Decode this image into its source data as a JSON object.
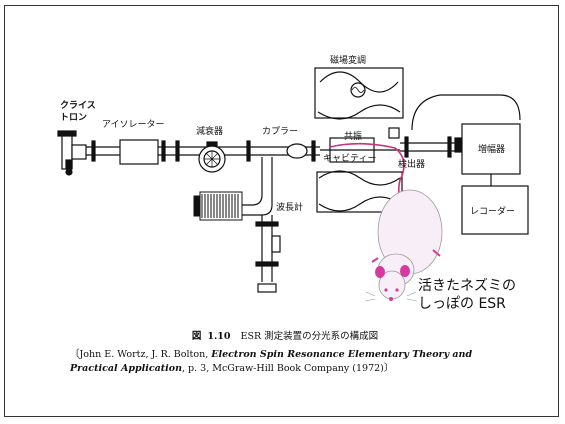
{
  "labels": {
    "klystron": [
      "クライス",
      "トロン"
    ],
    "isolator": "アイソレーター",
    "attenuator": "減衰器",
    "coupler": "カプラー",
    "field_modulation": "磁場変調",
    "resonance": "共振",
    "cavity": "キャビティー",
    "detector": "検出器",
    "wavemeter": "波長計",
    "amplifier": "増幅器",
    "recorder": "レコーダー"
  },
  "annotation": [
    "活きたネズミの",
    "しっぽの ESR"
  ],
  "caption": {
    "fig_prefix": "図",
    "fig_number": "1.10",
    "title": "ESR 測定装置の分光系の構成図",
    "ref_authors": "〔John E. Wortz, J. R. Bolton, ",
    "ref_book": "Electron Spin Resonance Elementary Theory and Practical Application",
    "ref_rest": ", p. 3, McGraw-Hill Book Company (1972)〕"
  },
  "colors": {
    "ink": "#111111",
    "mouse_body": "#f8eef8",
    "mouse_pink": "#d63aa0",
    "tail": "#c8327a"
  }
}
